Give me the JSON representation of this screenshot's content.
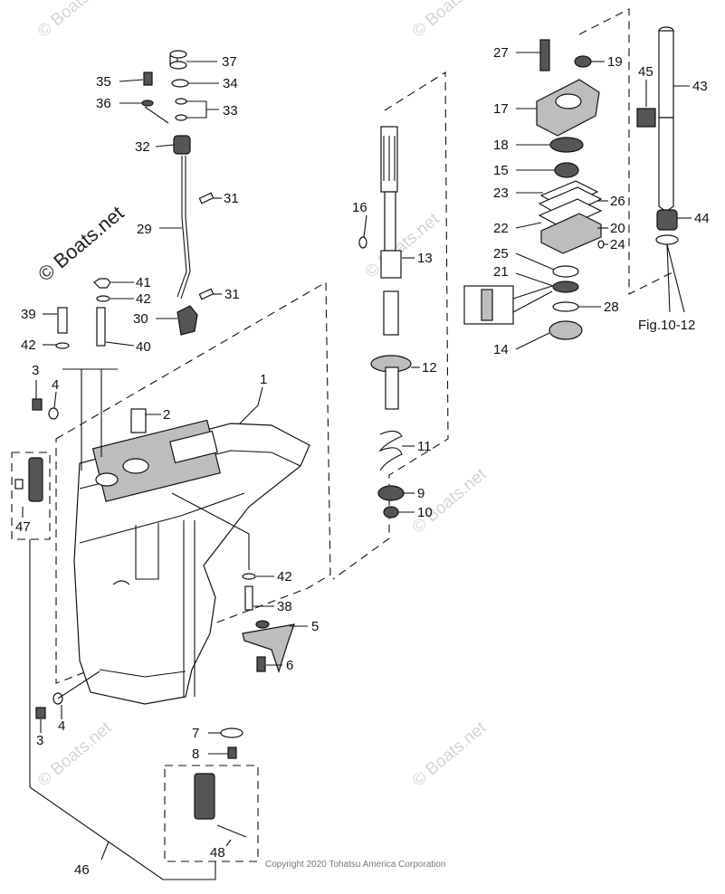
{
  "watermarks": {
    "corner": "© Boats.net",
    "main": "© Boats.net"
  },
  "figure_ref": "Fig.10-12",
  "copyright": "Copyright 2020 Tohatsu America Corporation",
  "callouts": {
    "p1": "1",
    "p2": "2",
    "p3a": "3",
    "p3b": "3",
    "p4a": "4",
    "p4b": "4",
    "p5": "5",
    "p6": "6",
    "p7": "7",
    "p8": "8",
    "p9": "9",
    "p10": "10",
    "p11": "11",
    "p12": "12",
    "p13": "13",
    "p14": "14",
    "p15": "15",
    "p16": "16",
    "p17": "17",
    "p18": "18",
    "p19": "19",
    "p20": "20",
    "p21": "21",
    "p22": "22",
    "p23": "23",
    "p24": "24",
    "p25": "25",
    "p26": "26",
    "p27": "27",
    "p28": "28",
    "p29": "29",
    "p30": "30",
    "p31a": "31",
    "p31b": "31",
    "p32": "32",
    "p33": "33",
    "p34": "34",
    "p35": "35",
    "p36": "36",
    "p37": "37",
    "p38": "38",
    "p39": "39",
    "p40": "40",
    "p41": "41",
    "p42a": "42",
    "p42b": "42",
    "p42c": "42",
    "p43": "43",
    "p44": "44",
    "p45": "45",
    "p46": "46",
    "p47": "47",
    "p48": "48"
  }
}
